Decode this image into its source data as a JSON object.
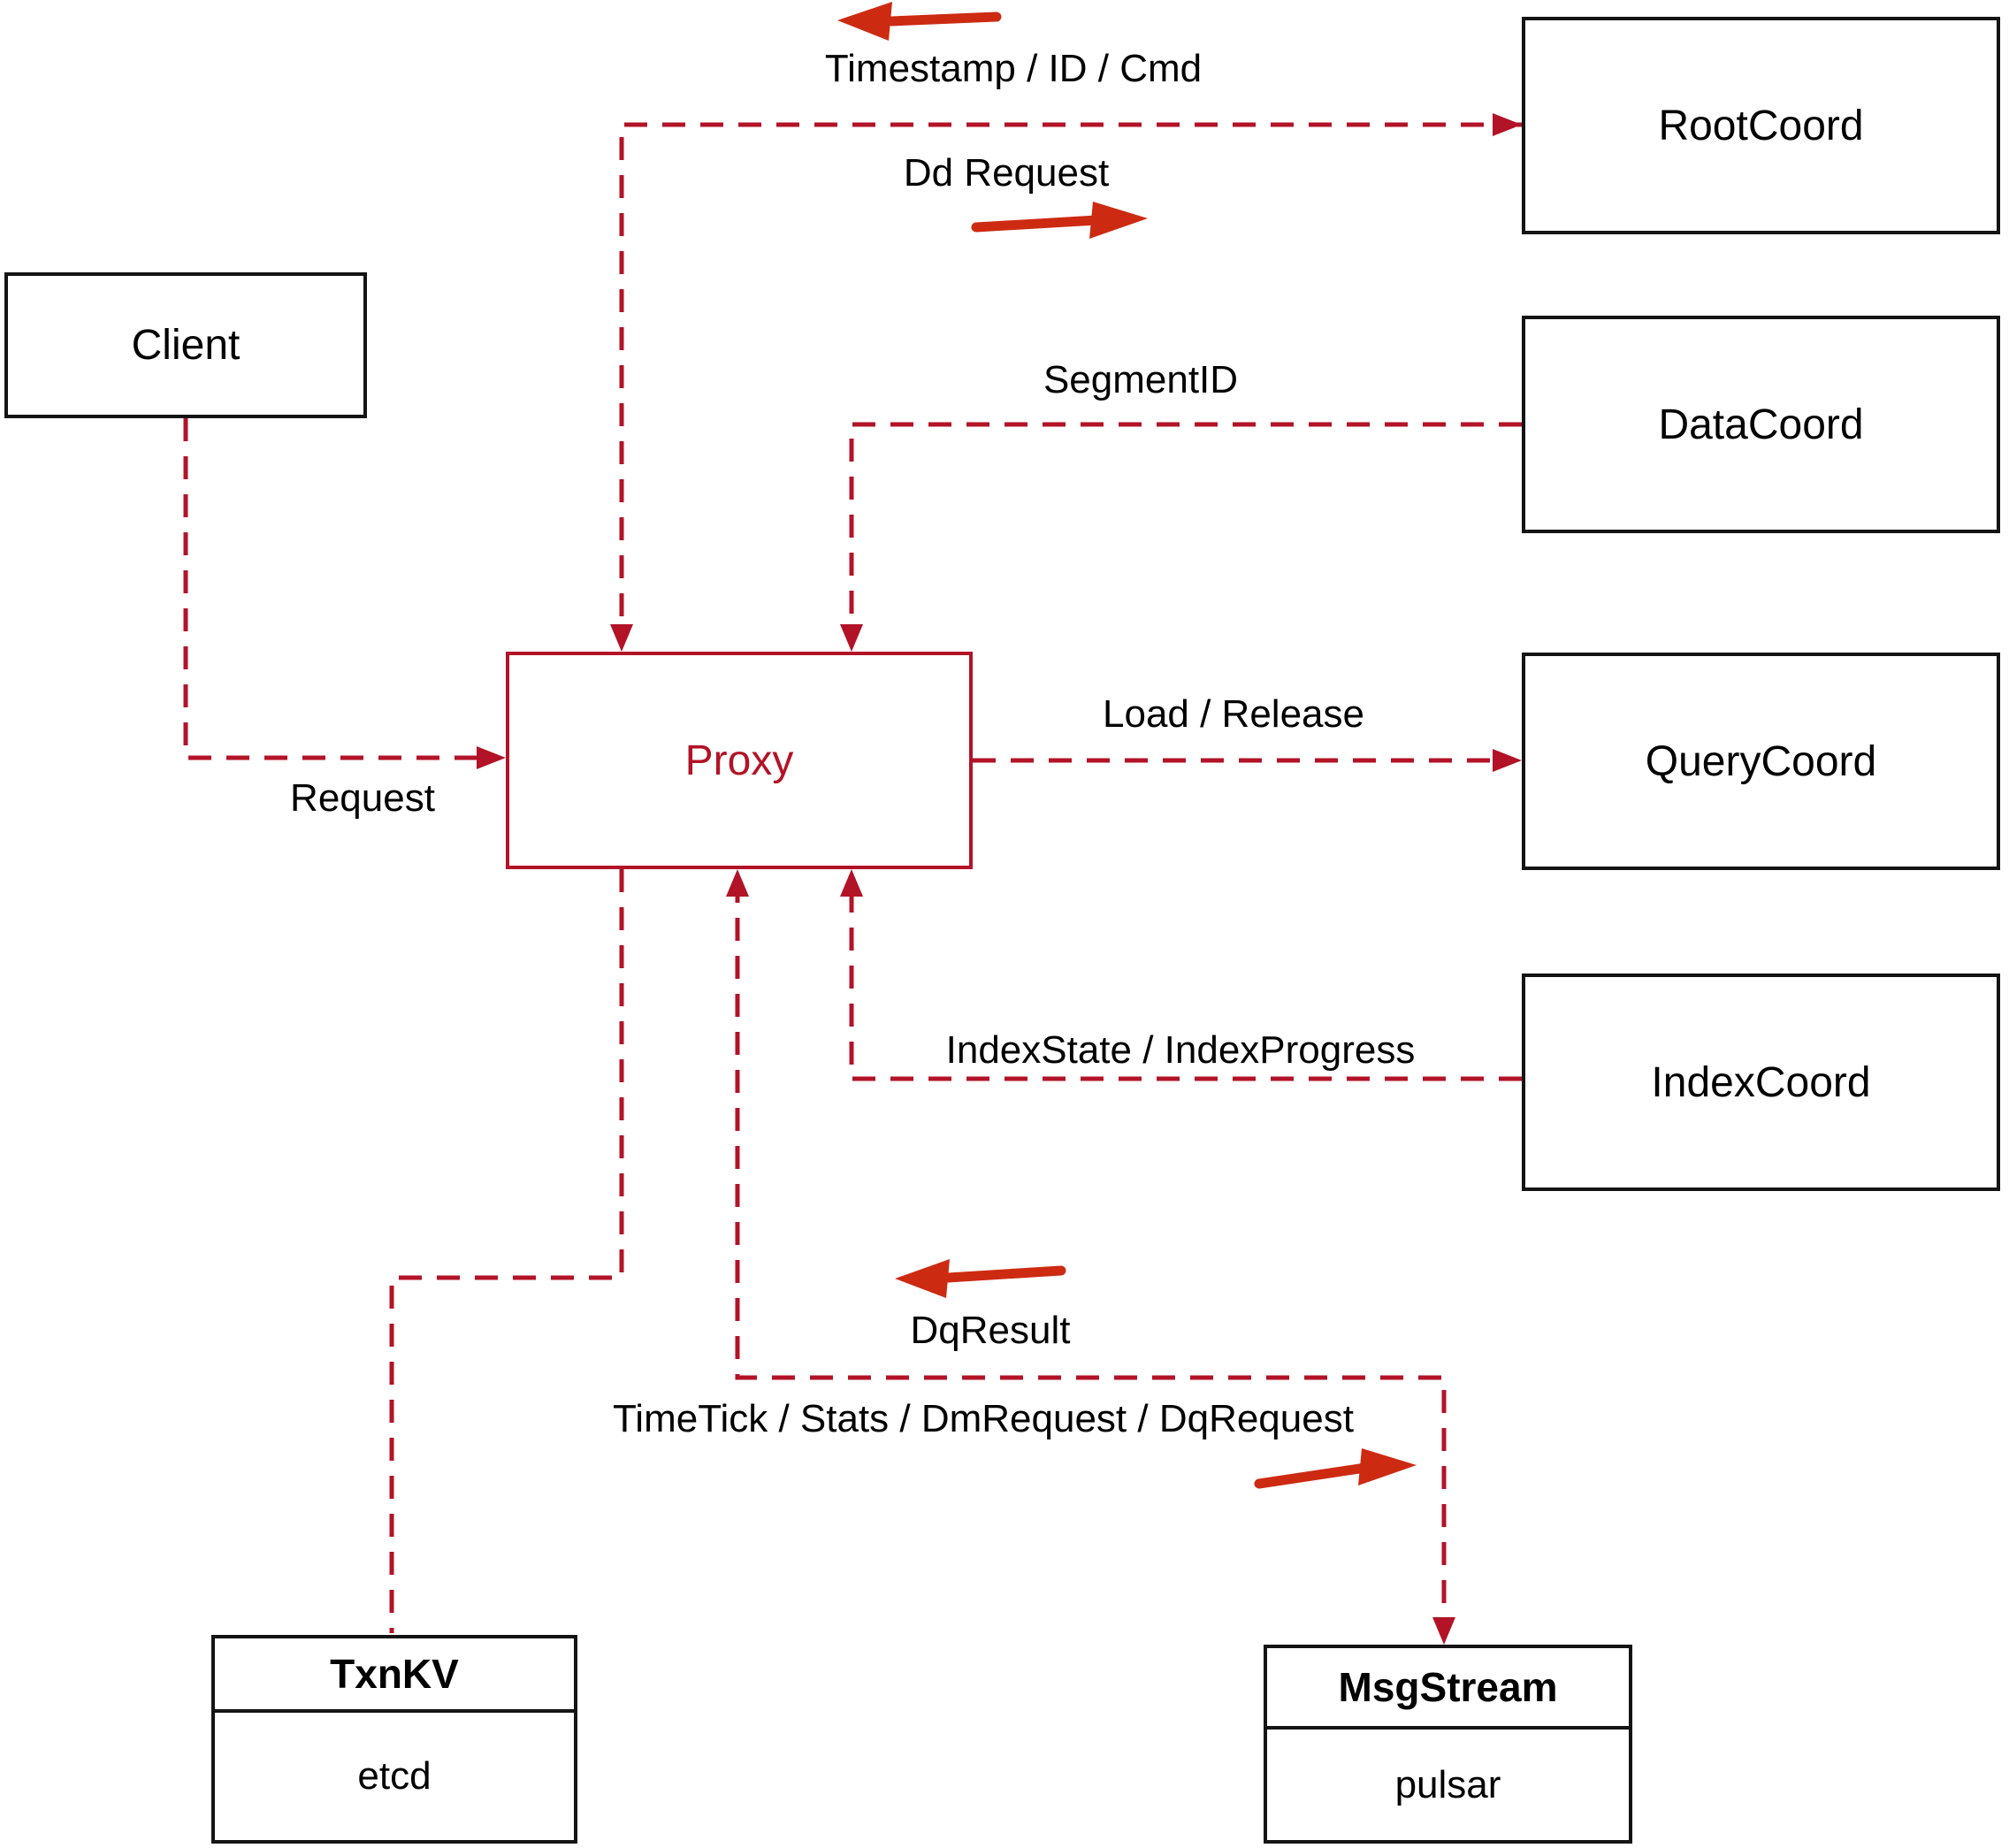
{
  "diagram": {
    "nodes": {
      "client": {
        "label": "Client"
      },
      "proxy": {
        "label": "Proxy"
      },
      "rootcoord": {
        "label": "RootCoord"
      },
      "datacoord": {
        "label": "DataCoord"
      },
      "querycoord": {
        "label": "QueryCoord"
      },
      "indexcoord": {
        "label": "IndexCoord"
      },
      "txnkv": {
        "title": "TxnKV",
        "subtitle": "etcd"
      },
      "msgstream": {
        "title": "MsgStream",
        "subtitle": "pulsar"
      }
    },
    "edge_labels": {
      "timestamp": "Timestamp / ID / Cmd",
      "dd_request": "Dd Request",
      "segment_id": "SegmentID",
      "load_release": "Load / Release",
      "index_state": "IndexState / IndexProgress",
      "request": "Request",
      "dq_result": "DqResult",
      "timetick": "TimeTick / Stats / DmRequest / DqRequest"
    },
    "theme": {
      "line_color": "#b31327",
      "arrow_color": "#cd2a12",
      "box_border_color": "#141414",
      "text_color": "#000000",
      "background": "#ffffff"
    }
  }
}
